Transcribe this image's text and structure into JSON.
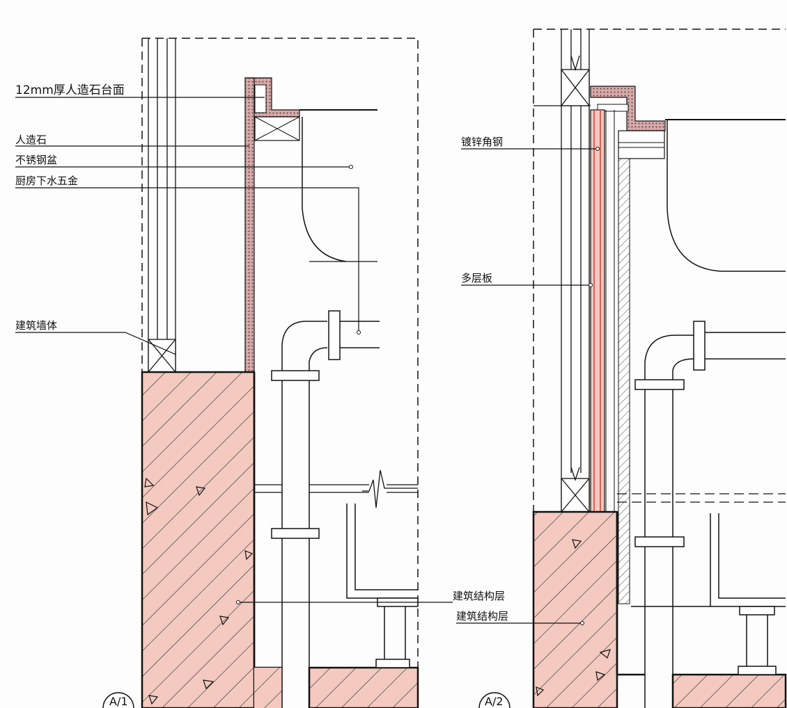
{
  "detail_a1": {
    "labels": {
      "countertop": "12mm厚人造石台面",
      "stone": "人造石",
      "stainless": "不锈钢盆",
      "faucet": "厨房下水五金",
      "wall_layer": "建筑墙体",
      "structure": "建筑结构层"
    },
    "section_tag": "A/1"
  },
  "detail_a2": {
    "labels": {
      "angle_steel": "镀锌角钢",
      "board": "多层板",
      "structure": "建筑结构层"
    },
    "section_tag": "A/2"
  },
  "colors": {
    "hatch_fill": "#f3c9c0",
    "line": "#111111",
    "stone_red": "#e07a7a"
  }
}
